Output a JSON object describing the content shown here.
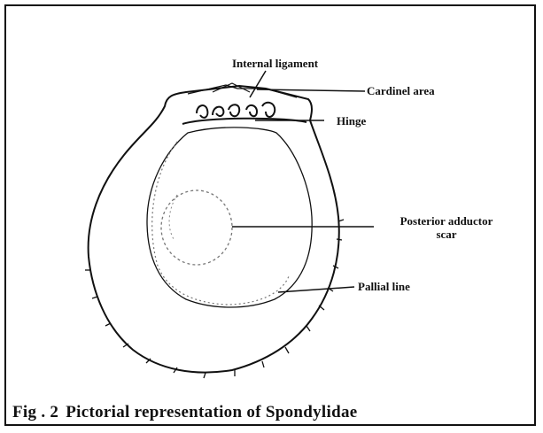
{
  "labels": {
    "internal_ligament": "Internal ligament",
    "cardinal_area": "Cardinel area",
    "hinge": "Hinge",
    "posterior_adductor_line1": "Posterior adductor",
    "posterior_adductor_line2": "scar",
    "pallial_line": "Pallial line"
  },
  "caption": {
    "figure_number": "Fig . 2",
    "text": "Pictorial representation of Spondylidae"
  },
  "colors": {
    "ink": "#111111",
    "background": "#ffffff",
    "dotted": "#777777"
  }
}
